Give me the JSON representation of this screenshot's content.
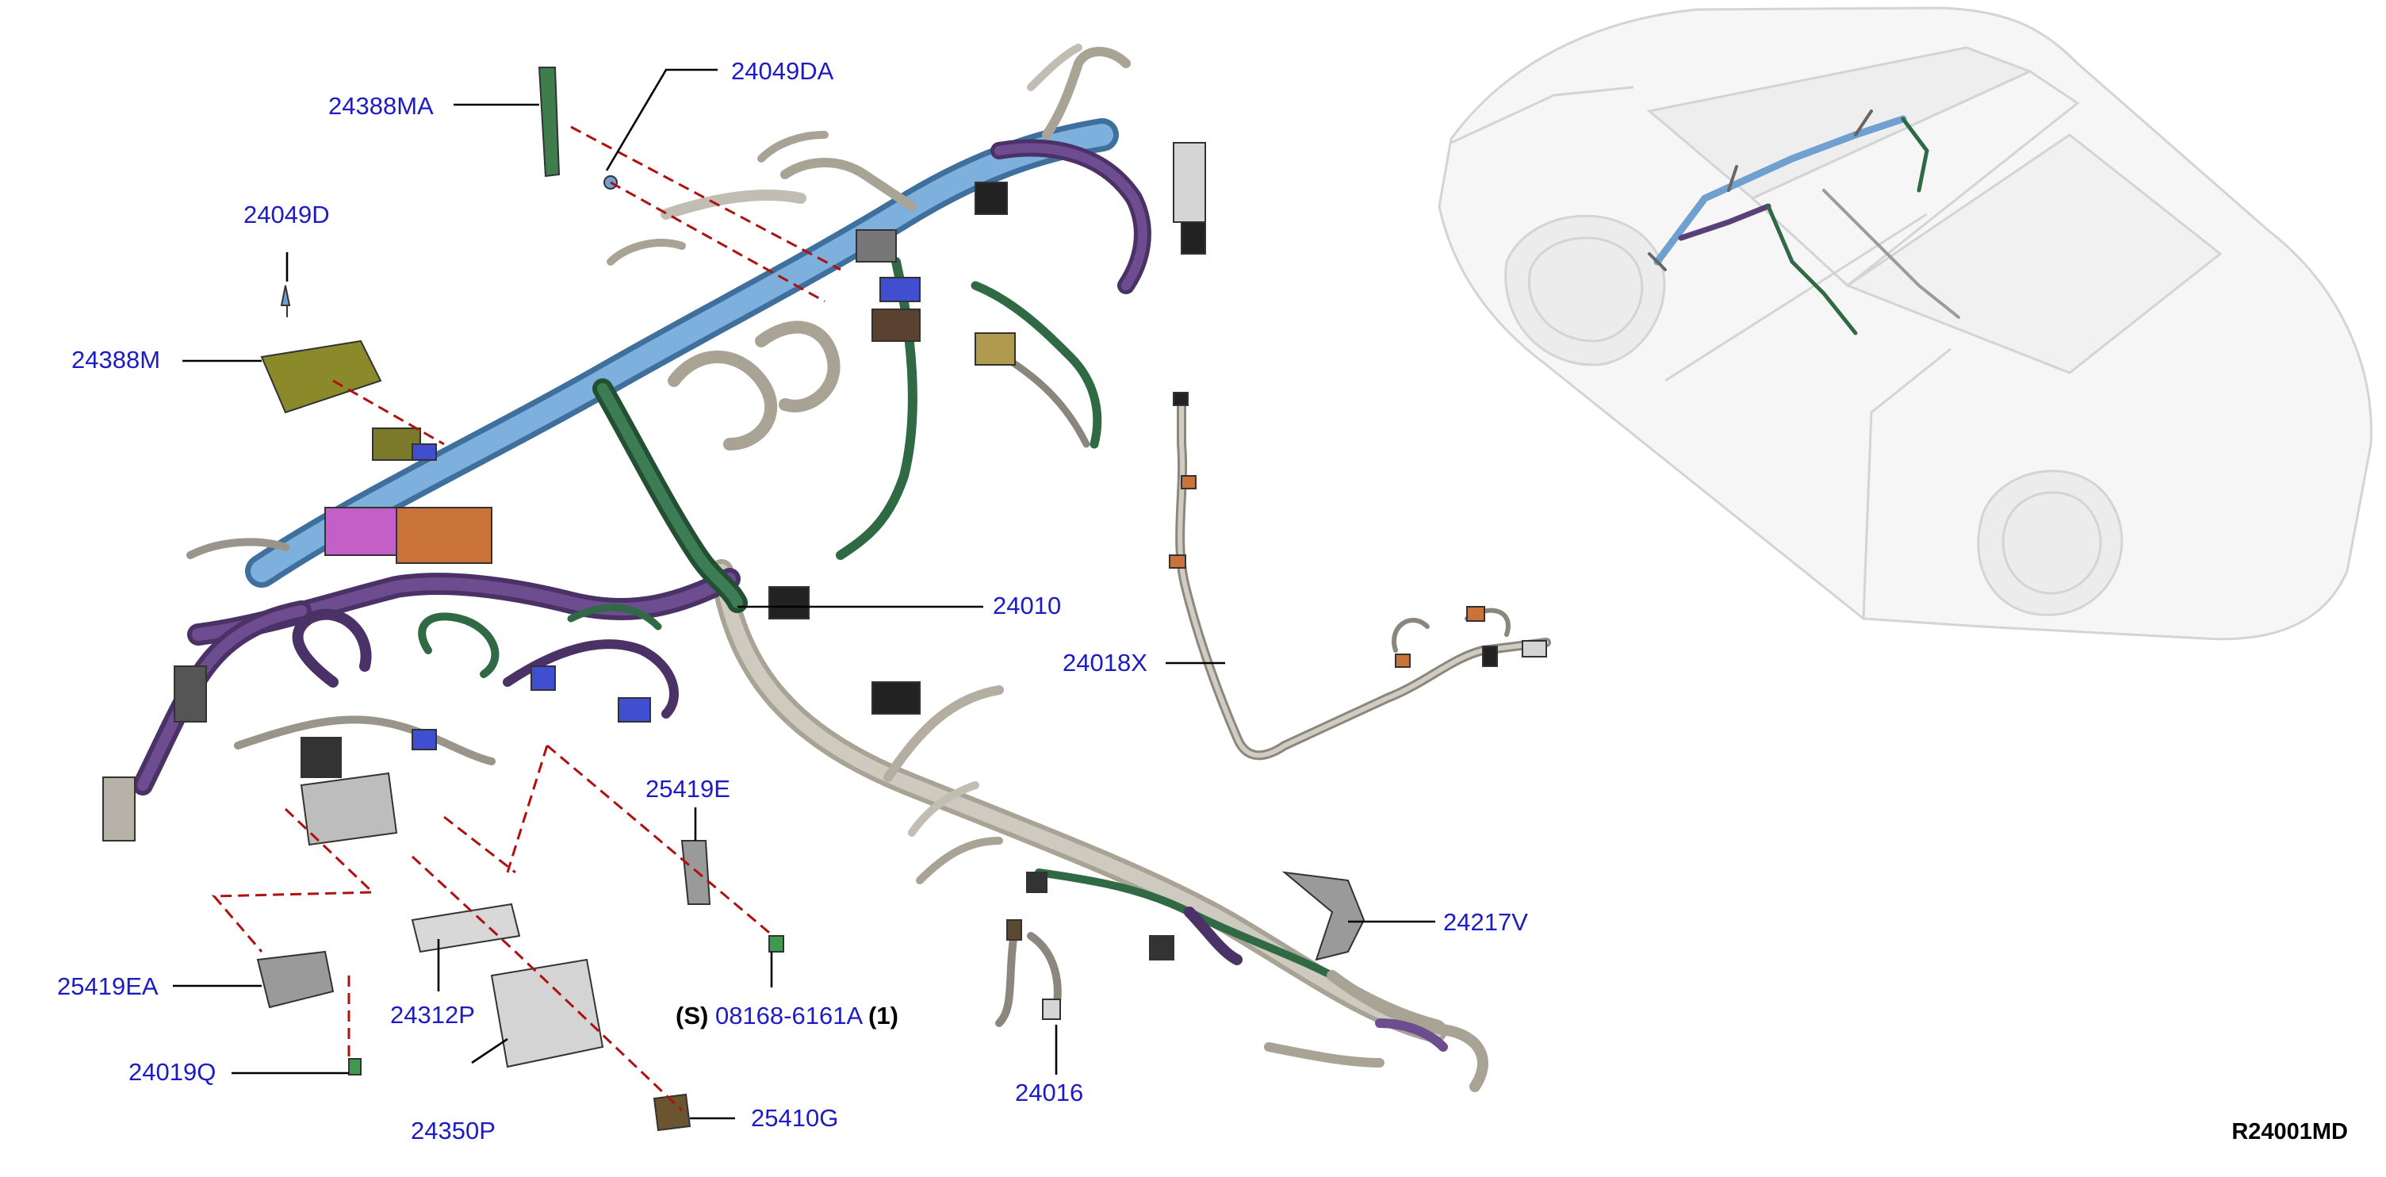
{
  "diagram": {
    "code": "R24001MD",
    "parts": [
      {
        "id": "24388MA",
        "label": "24388MA"
      },
      {
        "id": "24049DA",
        "label": "24049DA"
      },
      {
        "id": "24049D",
        "label": "24049D"
      },
      {
        "id": "24388M",
        "label": "24388M"
      },
      {
        "id": "24010",
        "label": "24010"
      },
      {
        "id": "24018X",
        "label": "24018X"
      },
      {
        "id": "25419E",
        "label": "25419E"
      },
      {
        "id": "24217V",
        "label": "24217V"
      },
      {
        "id": "25419EA",
        "label": "25419EA"
      },
      {
        "id": "24312P",
        "label": "24312P"
      },
      {
        "id": "08168-6161A",
        "prefix": "(S)",
        "label": "08168-6161A",
        "suffix": "(1)"
      },
      {
        "id": "24019Q",
        "label": "24019Q"
      },
      {
        "id": "24350P",
        "label": "24350P"
      },
      {
        "id": "25410G",
        "label": "25410G"
      },
      {
        "id": "24016",
        "label": "24016"
      }
    ]
  },
  "colors": {
    "callout_text": "#1c1cc4",
    "leader_line": "#000000",
    "dashed_line": "#b01010",
    "harness_tube": "#b8b2a6",
    "harness_blue": "#6fa0d0",
    "harness_purple": "#5a3f78",
    "harness_green": "#2f6a45",
    "car_outline": "#d4d4d4"
  }
}
